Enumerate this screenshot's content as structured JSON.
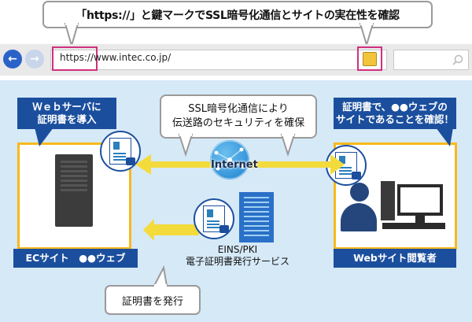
{
  "top_callout": {
    "text": "「https://」と鍵マークでSSL暗号化通信とサイトの実在性を確認"
  },
  "browser": {
    "url": "https://www.intec.co.jp/"
  },
  "left": {
    "top_label": "Ｗｅｂサーバに\n証明書を導入",
    "bottom_label": "ECサイト　●●ウェブ"
  },
  "right": {
    "top_label": "証明書で、●●ウェブの\nサイトであることを確認！",
    "bottom_label": "Webサイト閲覧者"
  },
  "center": {
    "callout_line1": "SSL暗号化通信により",
    "callout_line2": "伝送路のセキュリティを確保",
    "internet_label": "Internet",
    "issuer_line1": "EINS/PKI",
    "issuer_line2": "電子証明書発行サービス"
  },
  "bottom_callout": {
    "text": "証明書を発行"
  },
  "colors": {
    "accent_blue": "#1b4f9e",
    "accent_yellow": "#f7b91b",
    "highlight_pink": "#d0307e",
    "background_blue": "#d6e9f7"
  }
}
